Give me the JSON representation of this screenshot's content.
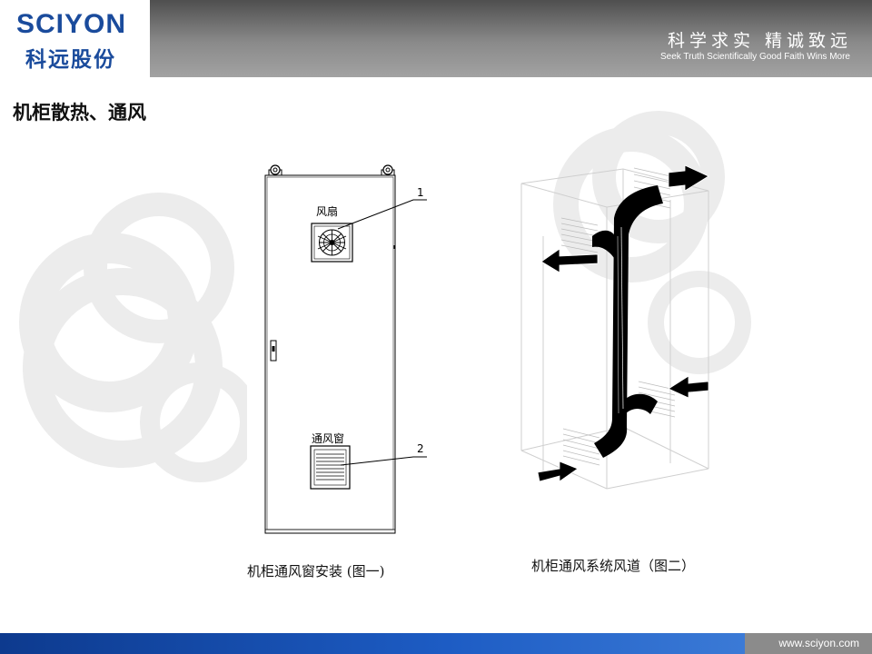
{
  "header": {
    "logo_en": "SCIYON",
    "logo_cn": "科远股份",
    "slogan_cn": "科学求实  精诚致远",
    "slogan_en": "Seek Truth Scientifically Good Faith Wins More"
  },
  "page_title": "机柜散热、通风",
  "figure1": {
    "fan_label": "风扇",
    "vent_label": "通风窗",
    "callout_1": "1",
    "callout_2": "2",
    "caption": "机柜通风窗安装 (图一)"
  },
  "figure2": {
    "caption": "机柜通风系统风道（图二）"
  },
  "footer": {
    "url": "www.sciyon.com"
  },
  "colors": {
    "brand_blue": "#1a4b9c",
    "header_gray": "#8a8a8a",
    "footer_blue": "#1d5cc4"
  }
}
